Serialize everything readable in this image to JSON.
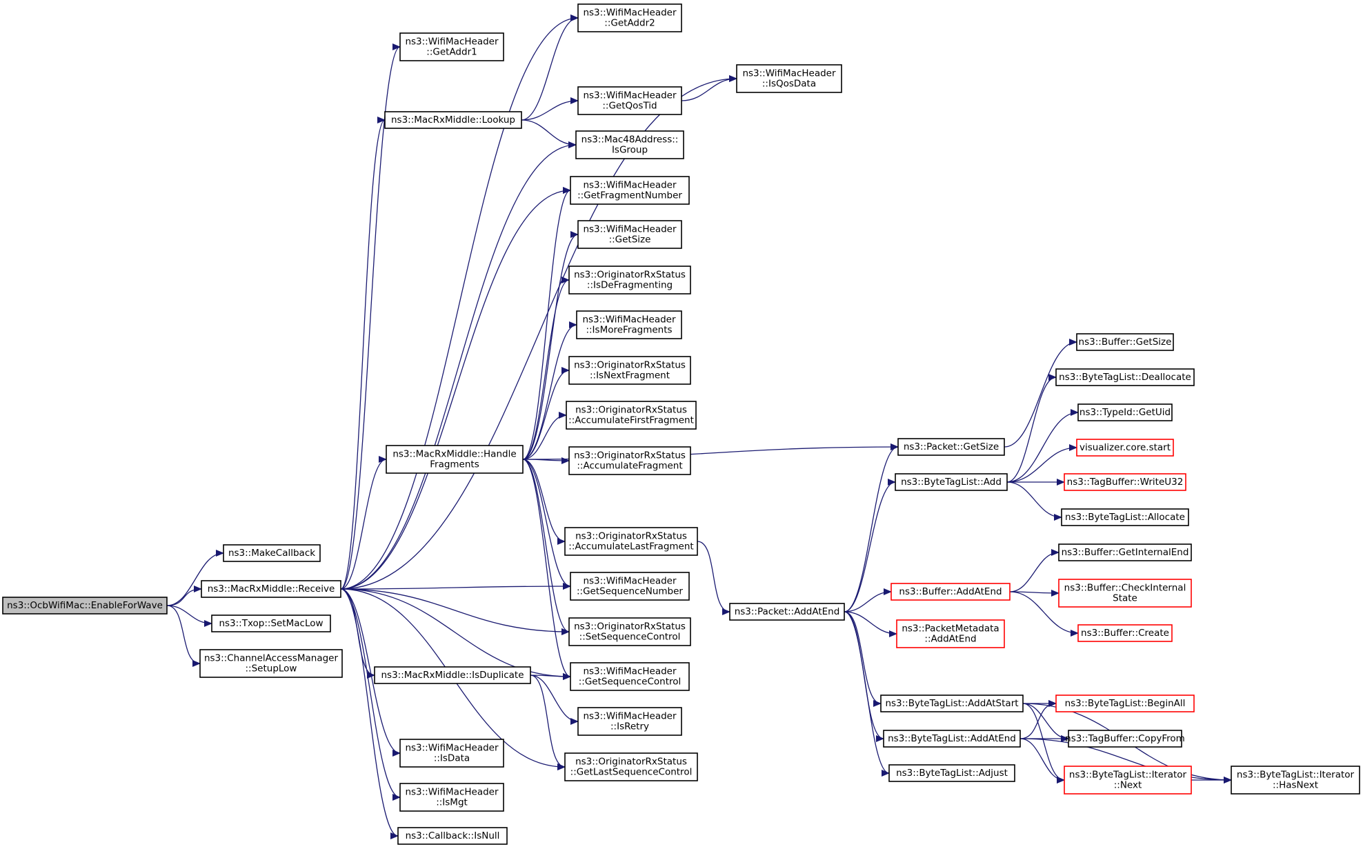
{
  "colors": {
    "edge": "#191970",
    "node_border": "#000000",
    "node_fill": "#ffffff",
    "focus_fill": "#bfbfbf",
    "truncated_border": "#ff0000",
    "text": "#000000"
  },
  "nodes": [
    {
      "id": "enable",
      "lines": [
        "ns3::OcbWifiMac::EnableForWave"
      ],
      "style": "focus"
    },
    {
      "id": "makecb",
      "lines": [
        "ns3::MakeCallback"
      ],
      "style": "normal"
    },
    {
      "id": "receive",
      "lines": [
        "ns3::MacRxMiddle::Receive"
      ],
      "style": "normal"
    },
    {
      "id": "setmaclow",
      "lines": [
        "ns3::Txop::SetMacLow"
      ],
      "style": "normal"
    },
    {
      "id": "setuplow",
      "lines": [
        "ns3::ChannelAccessManager",
        "::SetupLow"
      ],
      "style": "normal"
    },
    {
      "id": "getaddr1",
      "lines": [
        "ns3::WifiMacHeader",
        "::GetAddr1"
      ],
      "style": "normal"
    },
    {
      "id": "lookup",
      "lines": [
        "ns3::MacRxMiddle::Lookup"
      ],
      "style": "normal"
    },
    {
      "id": "handlefrag",
      "lines": [
        "ns3::MacRxMiddle::Handle",
        "Fragments"
      ],
      "style": "normal"
    },
    {
      "id": "isdup",
      "lines": [
        "ns3::MacRxMiddle::IsDuplicate"
      ],
      "style": "normal"
    },
    {
      "id": "isdata",
      "lines": [
        "ns3::WifiMacHeader",
        "::IsData"
      ],
      "style": "normal"
    },
    {
      "id": "ismgt",
      "lines": [
        "ns3::WifiMacHeader",
        "::IsMgt"
      ],
      "style": "normal"
    },
    {
      "id": "isnull",
      "lines": [
        "ns3::Callback::IsNull"
      ],
      "style": "normal"
    },
    {
      "id": "getaddr2",
      "lines": [
        "ns3::WifiMacHeader",
        "::GetAddr2"
      ],
      "style": "normal"
    },
    {
      "id": "getqostid",
      "lines": [
        "ns3::WifiMacHeader",
        "::GetQosTid"
      ],
      "style": "normal"
    },
    {
      "id": "isgroup",
      "lines": [
        "ns3::Mac48Address::",
        "IsGroup"
      ],
      "style": "normal"
    },
    {
      "id": "getfragnum",
      "lines": [
        "ns3::WifiMacHeader",
        "::GetFragmentNumber"
      ],
      "style": "normal"
    },
    {
      "id": "getsize_hdr",
      "lines": [
        "ns3::WifiMacHeader",
        "::GetSize"
      ],
      "style": "normal"
    },
    {
      "id": "isdefrag",
      "lines": [
        "ns3::OriginatorRxStatus",
        "::IsDeFragmenting"
      ],
      "style": "normal"
    },
    {
      "id": "ismorefrag",
      "lines": [
        "ns3::WifiMacHeader",
        "::IsMoreFragments"
      ],
      "style": "normal"
    },
    {
      "id": "isnextfrag",
      "lines": [
        "ns3::OriginatorRxStatus",
        "::IsNextFragment"
      ],
      "style": "normal"
    },
    {
      "id": "accfirst",
      "lines": [
        "ns3::OriginatorRxStatus",
        "::AccumulateFirstFragment"
      ],
      "style": "normal"
    },
    {
      "id": "accfrag",
      "lines": [
        "ns3::OriginatorRxStatus",
        "::AccumulateFragment"
      ],
      "style": "normal"
    },
    {
      "id": "acclast",
      "lines": [
        "ns3::OriginatorRxStatus",
        "::AccumulateLastFragment"
      ],
      "style": "normal"
    },
    {
      "id": "getseqnum",
      "lines": [
        "ns3::WifiMacHeader",
        "::GetSequenceNumber"
      ],
      "style": "normal"
    },
    {
      "id": "setseqctl",
      "lines": [
        "ns3::OriginatorRxStatus",
        "::SetSequenceControl"
      ],
      "style": "normal"
    },
    {
      "id": "getseqctl",
      "lines": [
        "ns3::WifiMacHeader",
        "::GetSequenceControl"
      ],
      "style": "normal"
    },
    {
      "id": "isretry",
      "lines": [
        "ns3::WifiMacHeader",
        "::IsRetry"
      ],
      "style": "normal"
    },
    {
      "id": "getlastseq",
      "lines": [
        "ns3::OriginatorRxStatus",
        "::GetLastSequenceControl"
      ],
      "style": "normal"
    },
    {
      "id": "isqosdata",
      "lines": [
        "ns3::WifiMacHeader",
        "::IsQosData"
      ],
      "style": "normal"
    },
    {
      "id": "pktaddatend",
      "lines": [
        "ns3::Packet::AddAtEnd"
      ],
      "style": "normal"
    },
    {
      "id": "pktgetsize",
      "lines": [
        "ns3::Packet::GetSize"
      ],
      "style": "normal"
    },
    {
      "id": "btladd",
      "lines": [
        "ns3::ByteTagList::Add"
      ],
      "style": "normal"
    },
    {
      "id": "bufaddatend",
      "lines": [
        "ns3::Buffer::AddAtEnd"
      ],
      "style": "truncated"
    },
    {
      "id": "pmaddatend",
      "lines": [
        "ns3::PacketMetadata",
        "::AddAtEnd"
      ],
      "style": "truncated"
    },
    {
      "id": "btladdatstart",
      "lines": [
        "ns3::ByteTagList::AddAtStart"
      ],
      "style": "normal"
    },
    {
      "id": "btladdatend",
      "lines": [
        "ns3::ByteTagList::AddAtEnd"
      ],
      "style": "normal"
    },
    {
      "id": "btladjust",
      "lines": [
        "ns3::ByteTagList::Adjust"
      ],
      "style": "normal"
    },
    {
      "id": "bufgetsize",
      "lines": [
        "ns3::Buffer::GetSize"
      ],
      "style": "normal"
    },
    {
      "id": "btldealloc",
      "lines": [
        "ns3::ByteTagList::Deallocate"
      ],
      "style": "normal"
    },
    {
      "id": "typeidgetuid",
      "lines": [
        "ns3::TypeId::GetUid"
      ],
      "style": "normal"
    },
    {
      "id": "vizstart",
      "lines": [
        "visualizer.core.start"
      ],
      "style": "truncated"
    },
    {
      "id": "tbwriteu32",
      "lines": [
        "ns3::TagBuffer::WriteU32"
      ],
      "style": "truncated"
    },
    {
      "id": "btlalloc",
      "lines": [
        "ns3::ByteTagList::Allocate"
      ],
      "style": "normal"
    },
    {
      "id": "bufgetintend",
      "lines": [
        "ns3::Buffer::GetInternalEnd"
      ],
      "style": "normal"
    },
    {
      "id": "bufcheckint",
      "lines": [
        "ns3::Buffer::CheckInternal",
        "State"
      ],
      "style": "truncated"
    },
    {
      "id": "bufcreate",
      "lines": [
        "ns3::Buffer::Create"
      ],
      "style": "truncated"
    },
    {
      "id": "btlbeginall",
      "lines": [
        "ns3::ByteTagList::BeginAll"
      ],
      "style": "truncated"
    },
    {
      "id": "tbcopyfrom",
      "lines": [
        "ns3::TagBuffer::CopyFrom"
      ],
      "style": "normal"
    },
    {
      "id": "btlitnext",
      "lines": [
        "ns3::ByteTagList::Iterator",
        "::Next"
      ],
      "style": "truncated"
    },
    {
      "id": "btlithasnext",
      "lines": [
        "ns3::ByteTagList::Iterator",
        "::HasNext"
      ],
      "style": "normal"
    }
  ],
  "edges": [
    [
      "enable",
      "makecb"
    ],
    [
      "enable",
      "receive"
    ],
    [
      "enable",
      "setmaclow"
    ],
    [
      "enable",
      "setuplow"
    ],
    [
      "receive",
      "getaddr1"
    ],
    [
      "receive",
      "lookup"
    ],
    [
      "receive",
      "handlefrag"
    ],
    [
      "receive",
      "isdup"
    ],
    [
      "receive",
      "isdata"
    ],
    [
      "receive",
      "ismgt"
    ],
    [
      "receive",
      "isnull"
    ],
    [
      "receive",
      "getaddr2"
    ],
    [
      "receive",
      "isqosdata"
    ],
    [
      "receive",
      "isgroup"
    ],
    [
      "receive",
      "getfragnum"
    ],
    [
      "receive",
      "getseqnum"
    ],
    [
      "receive",
      "setseqctl"
    ],
    [
      "receive",
      "getseqctl"
    ],
    [
      "receive",
      "getlastseq"
    ],
    [
      "lookup",
      "getaddr2"
    ],
    [
      "lookup",
      "getqostid"
    ],
    [
      "lookup",
      "isgroup"
    ],
    [
      "getqostid",
      "isqosdata"
    ],
    [
      "handlefrag",
      "getfragnum"
    ],
    [
      "handlefrag",
      "getsize_hdr"
    ],
    [
      "handlefrag",
      "isdefrag"
    ],
    [
      "handlefrag",
      "ismorefrag"
    ],
    [
      "handlefrag",
      "isnextfrag"
    ],
    [
      "handlefrag",
      "accfirst"
    ],
    [
      "handlefrag",
      "accfrag"
    ],
    [
      "handlefrag",
      "acclast"
    ],
    [
      "handlefrag",
      "getseqnum"
    ],
    [
      "handlefrag",
      "setseqctl"
    ],
    [
      "handlefrag",
      "getseqctl"
    ],
    [
      "handlefrag",
      "pktgetsize"
    ],
    [
      "isdup",
      "getseqctl"
    ],
    [
      "isdup",
      "isretry"
    ],
    [
      "isdup",
      "getlastseq"
    ],
    [
      "acclast",
      "pktaddatend"
    ],
    [
      "pktaddatend",
      "pktgetsize"
    ],
    [
      "pktaddatend",
      "btladd"
    ],
    [
      "pktaddatend",
      "bufaddatend"
    ],
    [
      "pktaddatend",
      "pmaddatend"
    ],
    [
      "pktaddatend",
      "btladdatstart"
    ],
    [
      "pktaddatend",
      "btladdatend"
    ],
    [
      "pktaddatend",
      "btladjust"
    ],
    [
      "pktgetsize",
      "bufgetsize"
    ],
    [
      "btladd",
      "btldealloc"
    ],
    [
      "btladd",
      "typeidgetuid"
    ],
    [
      "btladd",
      "vizstart"
    ],
    [
      "btladd",
      "tbwriteu32"
    ],
    [
      "btladd",
      "btlalloc"
    ],
    [
      "bufaddatend",
      "bufgetintend"
    ],
    [
      "bufaddatend",
      "bufcheckint"
    ],
    [
      "bufaddatend",
      "bufcreate"
    ],
    [
      "btladdatstart",
      "btlbeginall"
    ],
    [
      "btladdatstart",
      "tbcopyfrom"
    ],
    [
      "btladdatstart",
      "btlitnext"
    ],
    [
      "btladdatstart",
      "btlithasnext"
    ],
    [
      "btladdatend",
      "btlbeginall"
    ],
    [
      "btladdatend",
      "tbcopyfrom"
    ],
    [
      "btladdatend",
      "btlitnext"
    ],
    [
      "btladdatend",
      "btlithasnext"
    ],
    [
      "btlitnext",
      "btlithasnext"
    ]
  ]
}
